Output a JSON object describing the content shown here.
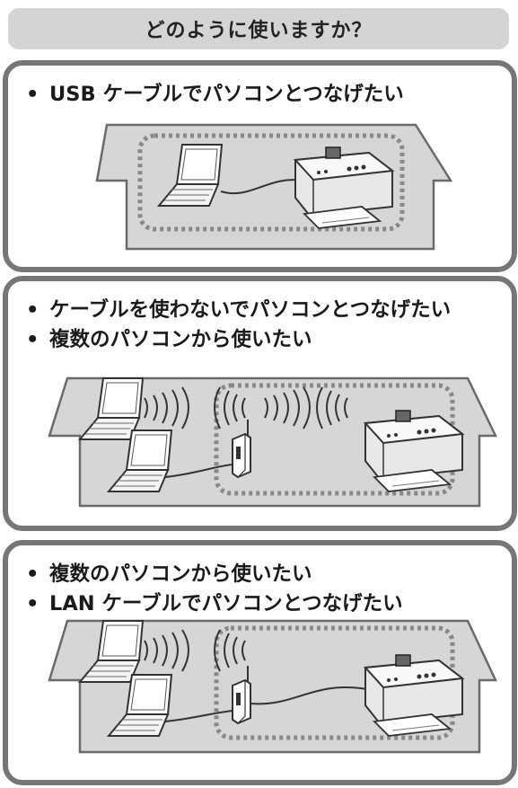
{
  "header": {
    "title": "どのように使いますか？"
  },
  "panels": [
    {
      "bullets": [
        "USB ケーブルでパソコンとつなげたい"
      ]
    },
    {
      "bullets": [
        "ケーブルを使わないでパソコンとつなげたい",
        "複数のパソコンから使いたい"
      ]
    },
    {
      "bullets": [
        "複数のパソコンから使いたい",
        "LAN ケーブルでパソコンとつなげたい"
      ]
    }
  ],
  "colors": {
    "frame": "#767676",
    "header_bg": "#d4d4d4",
    "room_fill": "#d6d6d6",
    "room_stroke": "#6a6a6a",
    "dotted": "#888888"
  },
  "icons": [
    "laptop-icon",
    "printer-icon",
    "wireless-router-icon",
    "wireless-waves-icon",
    "usb-cable",
    "lan-cable"
  ]
}
